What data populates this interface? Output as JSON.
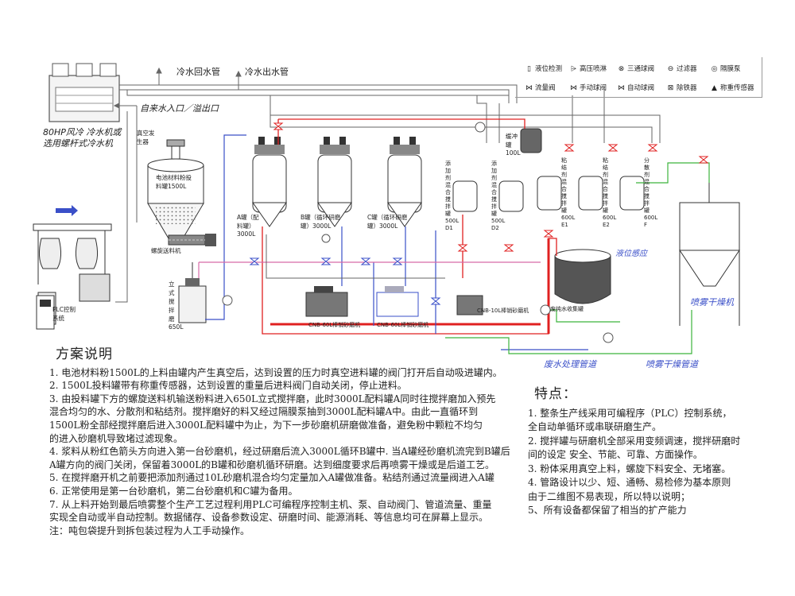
{
  "chiller": {
    "return_pipe": "冷水回水管",
    "outlet_pipe": "冷水出水管",
    "inlet": "自来水入口／溢出口",
    "caption_line1": "80HP风冷 冷水机或",
    "caption_line2": "选用螺杆式冷水机"
  },
  "legend": {
    "items": [
      {
        "icon": "▯",
        "label": "液位检测"
      },
      {
        "icon": "⩥",
        "label": "高压喷淋"
      },
      {
        "icon": "⊗",
        "label": "三通球阀"
      },
      {
        "icon": "⊖",
        "label": "过滤器"
      },
      {
        "icon": "◎",
        "label": "隔膜泵"
      },
      {
        "icon": "⋈",
        "label": "流量阀"
      },
      {
        "icon": "⋈",
        "label": "手动球阀"
      },
      {
        "icon": "⋈",
        "label": "自动球阀"
      },
      {
        "icon": "⊠",
        "label": "除铁器"
      },
      {
        "icon": "▲",
        "label": "称重传感器"
      }
    ]
  },
  "equipment": {
    "vacuum_gen": "真空发生器",
    "powder_tank": "电池材料粉投料罐1500L",
    "screw_feeder": "螺旋送料机",
    "vertical_mixer": "立式搅拌磨650L",
    "plc": "PLC控制系统",
    "tank_a": "A罐（配料罐）3000L",
    "tank_b": "B罐（循环研磨罐）3000L",
    "tank_c": "C罐（循环研磨罐）3000L",
    "buffer_tank": "缓冲罐100L",
    "add_tank_d1": "添加剂混合搅拌罐500L D1",
    "add_tank_d2": "添加剂混合搅拌罐500L D2",
    "binder_e1": "粘结剂混合搅拌罐600L E1",
    "binder_e2": "粘结剂混合搅拌罐600L E2",
    "disp_f": "分散剂混合搅拌罐600L F",
    "mill1": "CNB-60L棒销砂磨机",
    "mill2": "CNB-60L棒销砂磨机",
    "mill3": "CNB-10L棒销砂磨机",
    "waste_tank": "废纯水收集罐",
    "level_sensor": "液位感应",
    "spray_dryer": "喷雾干燥机",
    "waste_pipe": "废水处理管道",
    "spray_pipe": "喷雾干燥管道"
  },
  "scheme": {
    "title": "方案说明",
    "lines": [
      "1. 电池材料粉1500L的上料由罐内产生真空后，达到设置的压力时真空进料罐的阀门打开后自动吸进罐内。",
      "2. 1500L投料罐带有称重传感器，达到设置的重量后进料阀门自动关闭，停止进料。",
      "3. 由投料罐下方的螺旋送料机输送粉料进入650L立式搅拌磨，此时3000L配料罐A同时往搅拌磨加入预先",
      "    混合均匀的水、分散剂和粘结剂。搅拌磨好的料又经过隔膜泵抽到3000L配料罐A中。由此一直循环到",
      "    1500L粉全部经搅拌磨后进入3000L配料罐中为止，为下一步砂磨机研磨做准备，避免粉中颗粒不均匀",
      "    的进入砂磨机导致堵过滤现象。",
      "4. 浆料从粉红色箭头方向进入第一台砂磨机，经过研磨后流入3000L循环B罐中. 当A罐经砂磨机流完到B罐后",
      "    A罐方向的阀门关闭，保留着3000L的B罐和砂磨机循环研磨。达到细度要求后再喷雾干燥或是后道工艺。",
      "5. 在搅拌磨开机之前要把添加剂通过10L砂磨机混合均匀定量加入A罐做准备。粘结剂通过流量阀进入A罐",
      "6. 正常使用是第一台砂磨机，第二台砂磨机和C罐为备用。",
      "7. 从上料开始到最后喷雾整个生产工艺过程利用PLC可编程序控制主机、泵、自动阀门、管道流量、重量",
      "    实现全自动或半自动控制。数据储存、设备参数设定、研磨时间、能源消耗、等信息均可在屏幕上显示。",
      "注：吨包袋提升到拆包装过程为人工手动操作。"
    ]
  },
  "features": {
    "title": "特点：",
    "lines": [
      "1. 整条生产线采用可编程序（PLC）控制系统，",
      "    全自动单循环或串联研磨生产。",
      "2. 搅拌罐与研磨机全部采用变频调速，搅拌研磨时",
      "    间的设定 安全、节能、可靠、方面操作。",
      "3. 粉体采用真空上料，螺旋下料安全、无堵塞。",
      "4.   管路设计以少、短、通畅、易检修为基本原则",
      "由于二维图不易表现，所以特以说明；",
      "5、所有设备都保留了相当的扩产能力"
    ]
  },
  "colors": {
    "red": "#e02020",
    "blue": "#3a4fc8",
    "green": "#3cb43c",
    "pink": "#d86aa8",
    "gray": "#555555"
  }
}
